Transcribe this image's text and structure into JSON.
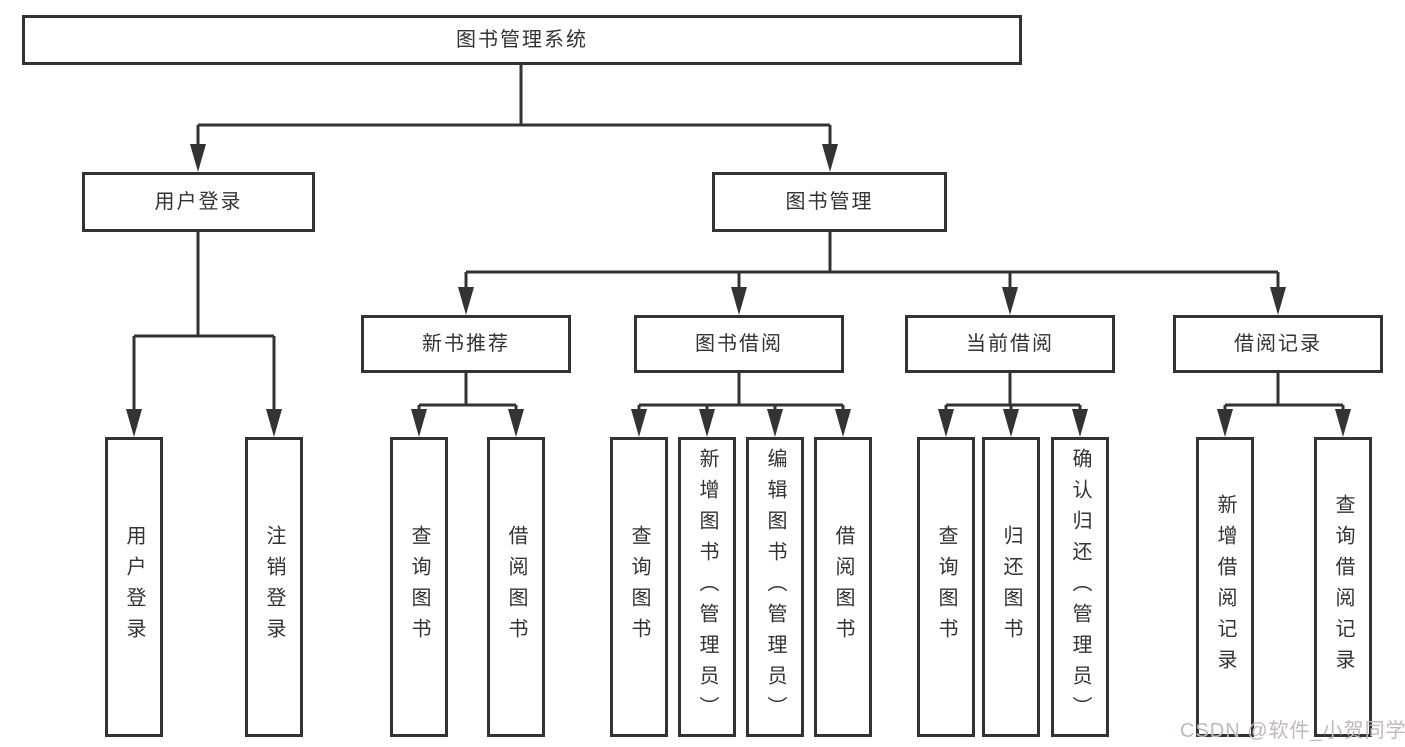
{
  "diagram": {
    "tree": {
      "root": {
        "label": "图书管理系统"
      },
      "branches": [
        {
          "label": "用户登录",
          "children": [
            {
              "label": "用户登录"
            },
            {
              "label": "注销登录"
            }
          ]
        },
        {
          "label": "图书管理",
          "children": [
            {
              "label": "新书推荐",
              "children": [
                {
                  "label": "查询图书"
                },
                {
                  "label": "借阅图书"
                }
              ]
            },
            {
              "label": "图书借阅",
              "children": [
                {
                  "label": "查询图书"
                },
                {
                  "label": "新增图书（管理员）"
                },
                {
                  "label": "编辑图书（管理员）"
                },
                {
                  "label": "借阅图书"
                }
              ]
            },
            {
              "label": "当前借阅",
              "children": [
                {
                  "label": "查询图书"
                },
                {
                  "label": "归还图书"
                },
                {
                  "label": "确认归还（管理员）"
                }
              ]
            },
            {
              "label": "借阅记录",
              "children": [
                {
                  "label": "新增借阅记录"
                },
                {
                  "label": "查询借阅记录"
                }
              ]
            }
          ]
        }
      ]
    },
    "colors": {
      "line": "#333333",
      "text": "#333333",
      "background": "#ffffff",
      "watermark_text": "#c1b7bc"
    }
  },
  "watermark": {
    "text": "CSDN @软件_小贺同学"
  }
}
